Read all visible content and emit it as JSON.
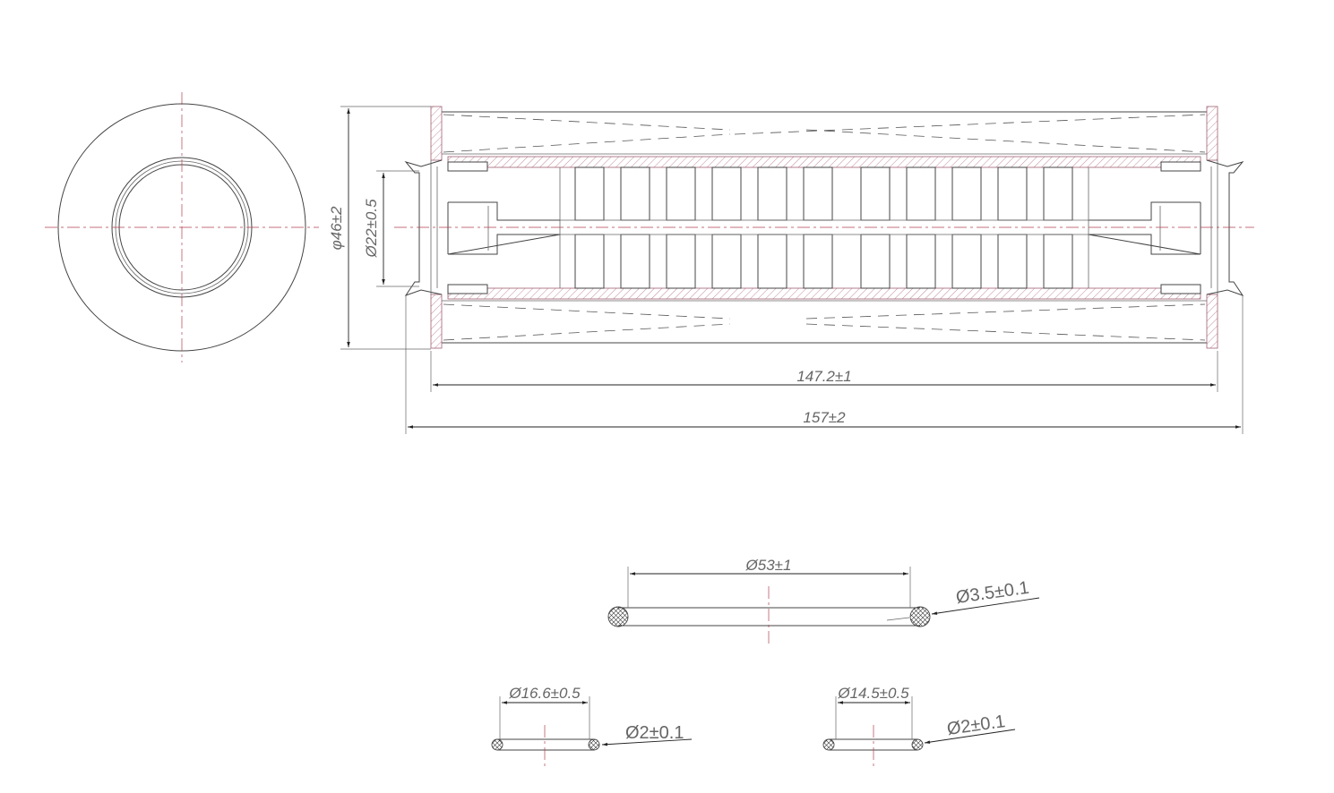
{
  "labels": {
    "outer_diameter": "φ46±2",
    "inner_diameter": "Ø22±0.5",
    "body_length": "147.2±1",
    "total_length": "157±2",
    "large_ring_diameter": "Ø53±1",
    "large_ring_section": "Ø3.5±0.1",
    "small_ring_a_diameter": "Ø16.6±0.5",
    "small_ring_a_section": "Ø2±0.1",
    "small_ring_b_diameter": "Ø14.5±0.5",
    "small_ring_b_section": "Ø2±0.1"
  },
  "colors": {
    "line": "#444444",
    "centerline": "#b04050",
    "hatch": "#a06070",
    "text": "#666666"
  }
}
